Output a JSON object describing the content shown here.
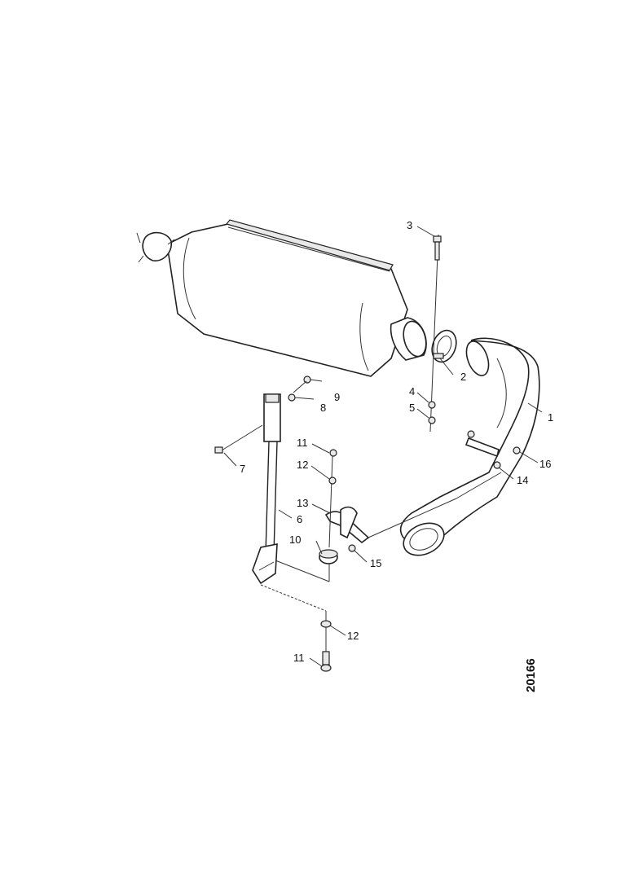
{
  "diagram": {
    "reference_number": "20166",
    "callouts": [
      {
        "id": "c1",
        "text": "1"
      },
      {
        "id": "c2",
        "text": "2"
      },
      {
        "id": "c3",
        "text": "3"
      },
      {
        "id": "c4",
        "text": "4"
      },
      {
        "id": "c5",
        "text": "5"
      },
      {
        "id": "c6",
        "text": "6"
      },
      {
        "id": "c7",
        "text": "7"
      },
      {
        "id": "c8",
        "text": "8"
      },
      {
        "id": "c9",
        "text": "9"
      },
      {
        "id": "c10",
        "text": "10"
      },
      {
        "id": "c11a",
        "text": "11"
      },
      {
        "id": "c12a",
        "text": "12"
      },
      {
        "id": "c13",
        "text": "13"
      },
      {
        "id": "c14",
        "text": "14"
      },
      {
        "id": "c15",
        "text": "15"
      },
      {
        "id": "c16",
        "text": "16"
      },
      {
        "id": "c12b",
        "text": "12"
      },
      {
        "id": "c11b",
        "text": "11"
      }
    ]
  }
}
